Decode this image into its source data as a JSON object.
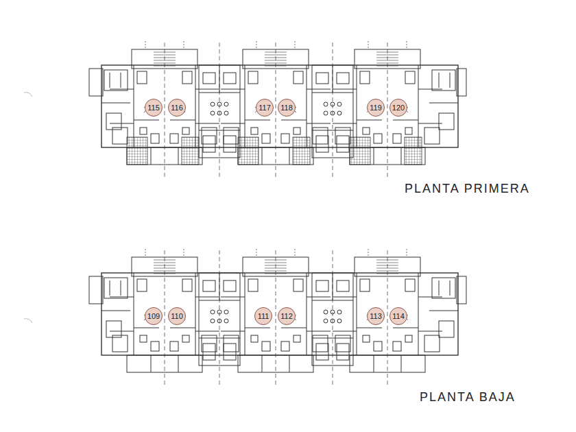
{
  "diagram": {
    "nodes": [
      {
        "text": [
          "115"
        ]
      },
      {
        "text": [
          "116"
        ]
      },
      {
        "text": [
          "117"
        ]
      },
      {
        "text": [
          "118"
        ]
      },
      {
        "text": [
          "119"
        ]
      },
      {
        "text": [
          "120"
        ]
      },
      {
        "text": [
          "109"
        ]
      },
      {
        "text": [
          "110"
        ]
      },
      {
        "text": [
          "111"
        ]
      },
      {
        "text": [
          "112"
        ]
      },
      {
        "text": [
          "113"
        ]
      },
      {
        "text": [
          "114"
        ]
      }
    ],
    "labels": [
      "PLANTA PRIMERA",
      "PLANTA BAJA"
    ]
  }
}
